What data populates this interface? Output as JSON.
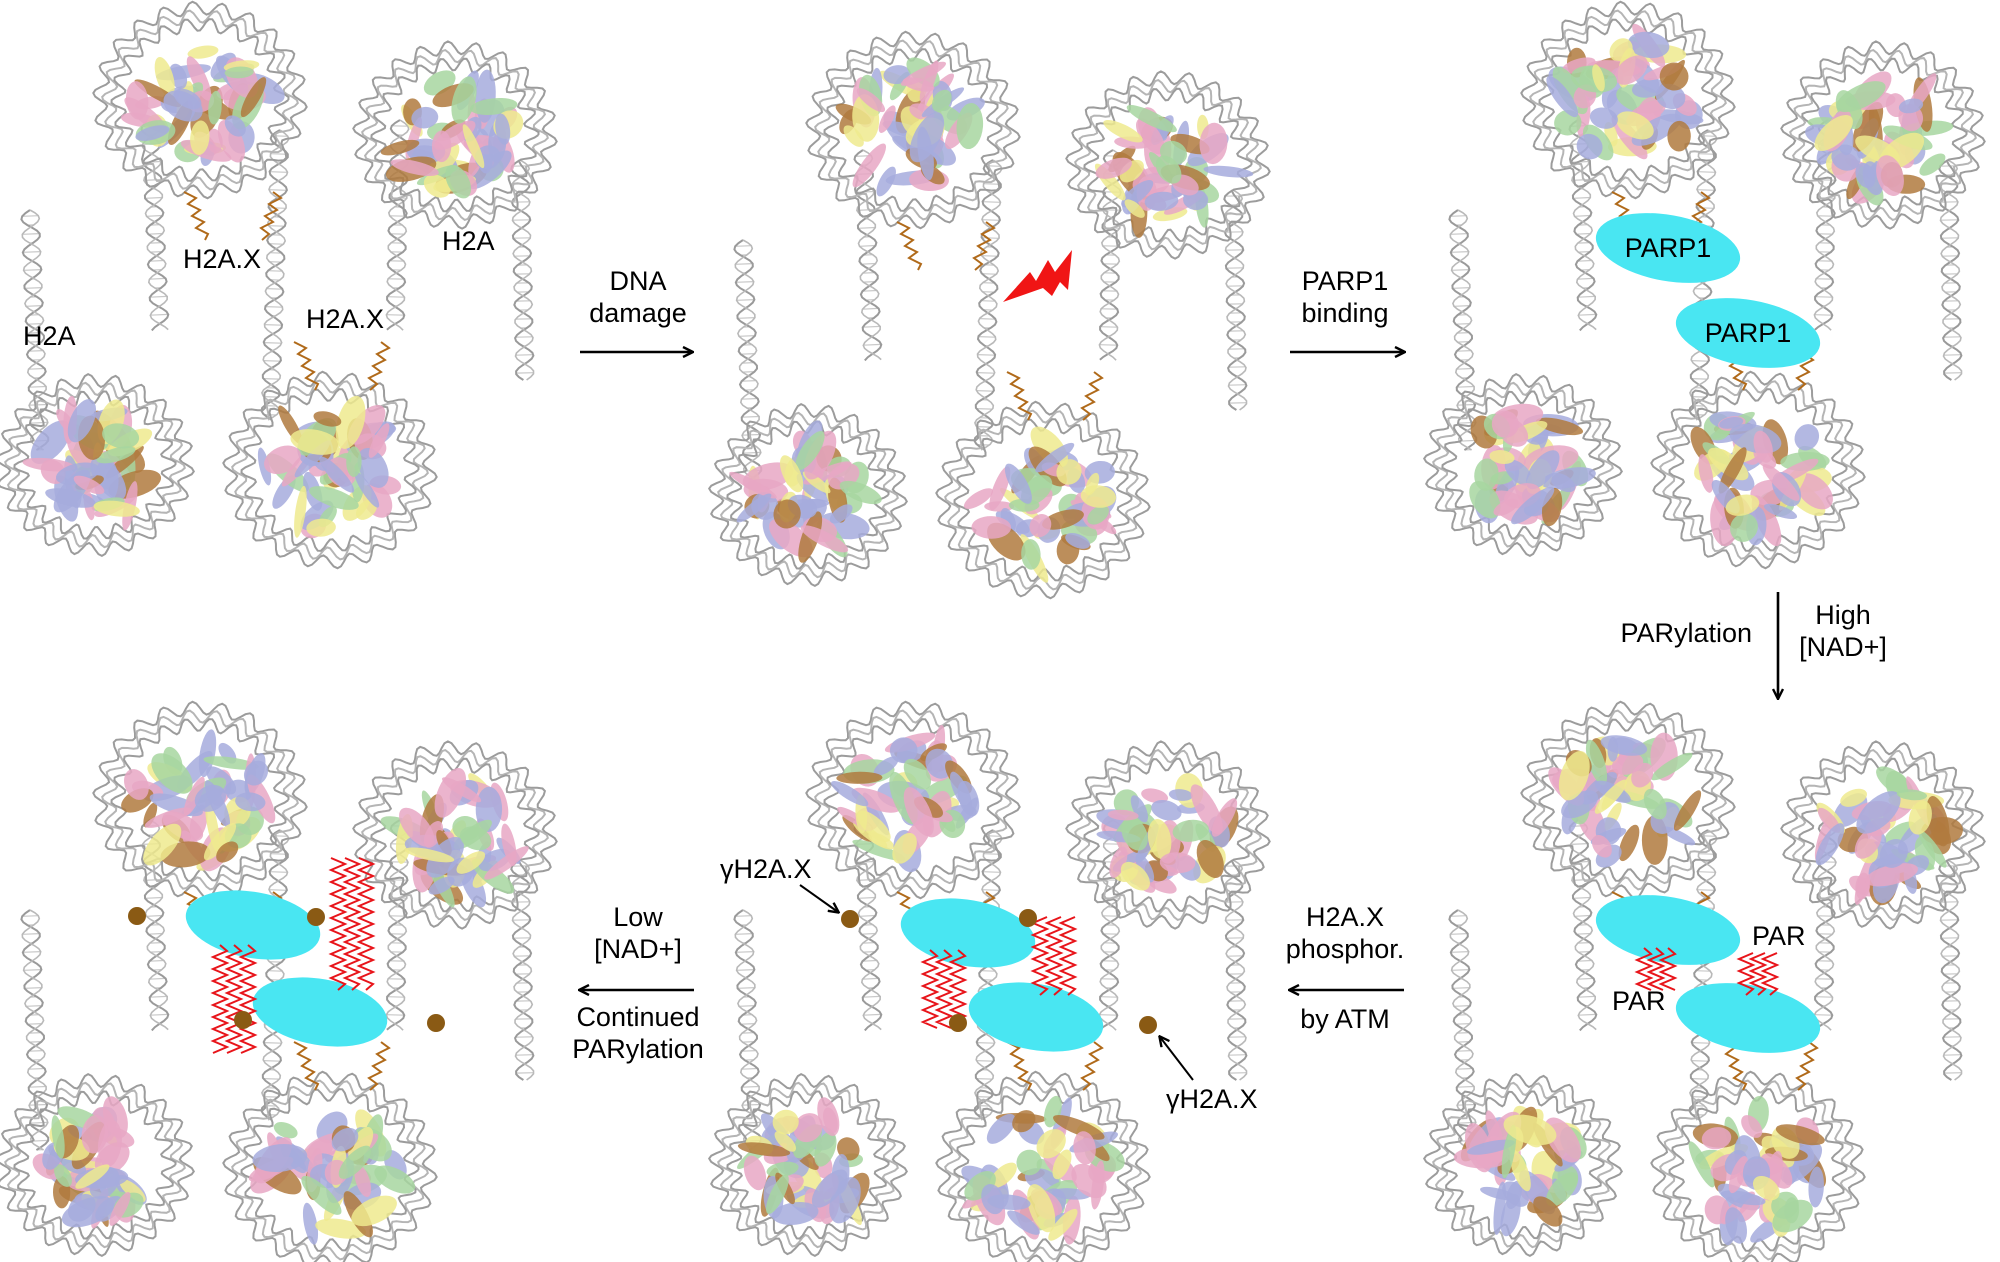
{
  "colors": {
    "dna": "#9a9a9a",
    "parp1": "#49e6f2",
    "h2ax_tail": "#b06a1a",
    "phospho": "#8a5a14",
    "par_chain": "#e8141a",
    "lightning": "#f01515",
    "histone_pink": "#e8a7c4",
    "histone_blue": "#a6acdd",
    "histone_green": "#a7d6a0",
    "histone_yellow": "#eeea8e",
    "histone_brown": "#b07a3e"
  },
  "panel1": {
    "label_h2ax_top": "H2A.X",
    "label_h2a_top": "H2A",
    "label_h2a_left": "H2A",
    "label_h2ax_bottom": "H2A.X"
  },
  "step1": {
    "line1": "DNA",
    "line2": "damage"
  },
  "step2": {
    "line1": "PARP1",
    "line2": "binding"
  },
  "panel3": {
    "parp_top": "PARP1",
    "parp_bottom": "PARP1"
  },
  "step3": {
    "left": "PARylation",
    "right1": "High",
    "right2": "[NAD+]"
  },
  "panel4": {
    "par_right": "PAR",
    "par_left": "PAR"
  },
  "step4": {
    "line1": "H2A.X",
    "line2": "phosphor.",
    "line3": "by ATM"
  },
  "panel5": {
    "gamma_top": "γH2A.X",
    "gamma_bottom": "γH2A.X"
  },
  "step5": {
    "line1": "Low",
    "line2": "[NAD+]",
    "line3": "Continued",
    "line4": "PARylation"
  }
}
